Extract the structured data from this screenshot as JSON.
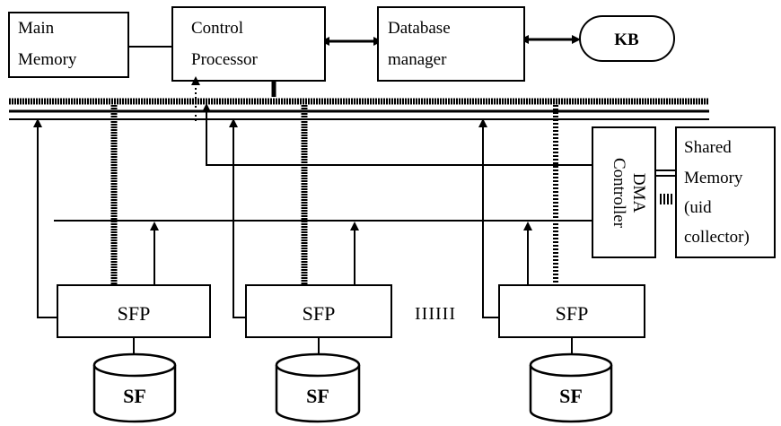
{
  "boxes": {
    "main_memory": [
      "Main",
      "Memory"
    ],
    "control_processor": [
      "Control",
      "Processor"
    ],
    "database_manager": [
      "Database",
      "manager"
    ],
    "kb": "KB",
    "dma_controller": [
      "DMA",
      "Controller"
    ],
    "shared_memory": [
      "Shared",
      "Memory",
      "(uid",
      "collector)"
    ],
    "sfp": "SFP",
    "sf": "SF"
  },
  "ellipsis": "IIIIII"
}
